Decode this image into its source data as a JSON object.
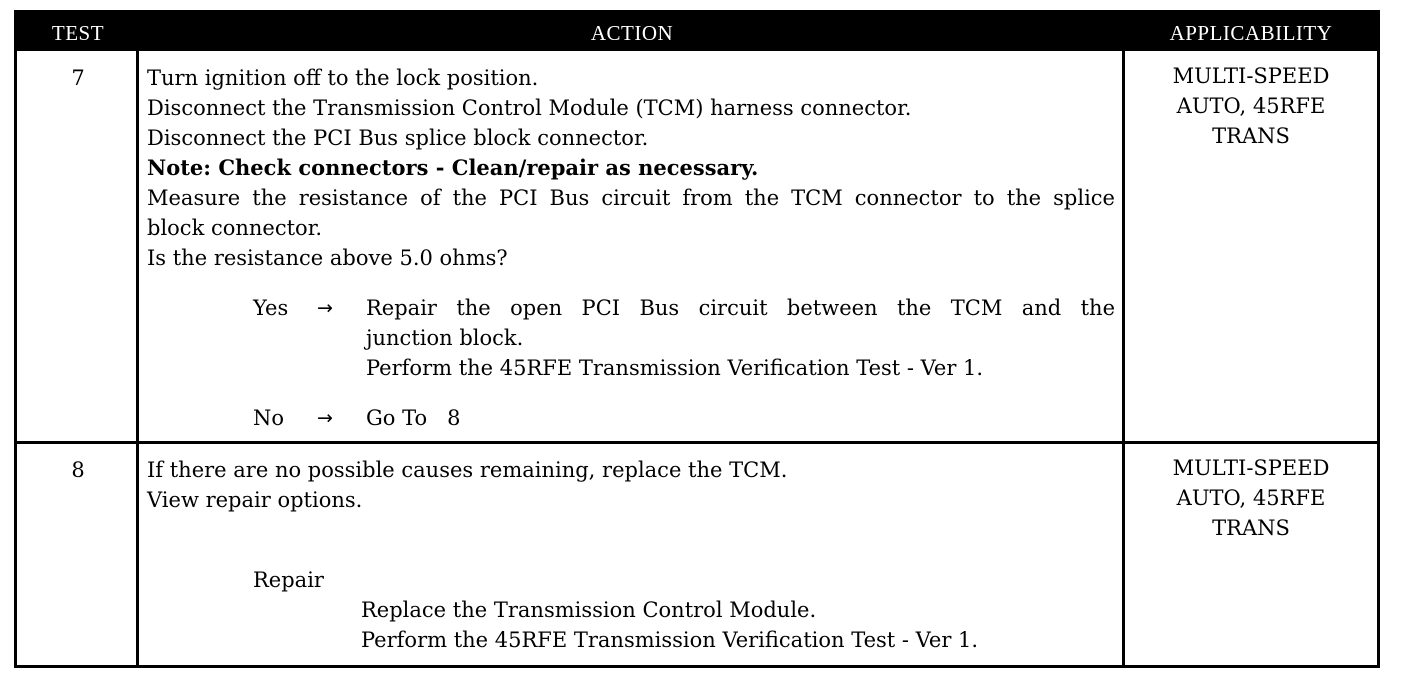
{
  "headers": {
    "test": "TEST",
    "action": "ACTION",
    "applicability": "APPLICABILITY"
  },
  "rows": [
    {
      "test": "7",
      "lines": [
        "Turn ignition off to the lock position.",
        "Disconnect the Transmission Control Module (TCM) harness connector.",
        "Disconnect the PCI Bus splice block connector.",
        "Note: Check connectors - Clean/repair as necessary.",
        "Measure the resistance of the PCI Bus circuit from the TCM connector to the splice",
        "block connector.",
        "Is the resistance above 5.0 ohms?"
      ],
      "yes": {
        "label": "Yes",
        "arrow": "→",
        "line1": "Repair the open PCI Bus circuit between the TCM and the",
        "line2": "junction block.",
        "line3": "Perform the 45RFE Transmission Verification Test - Ver 1."
      },
      "no": {
        "label": "No",
        "arrow": "→",
        "text": "Go To   8"
      },
      "applicability": [
        "MULTI-SPEED",
        "AUTO, 45RFE",
        "TRANS"
      ]
    },
    {
      "test": "8",
      "lines": [
        "If there are no possible causes remaining, replace the TCM.",
        "View repair options."
      ],
      "repair": {
        "label": "Repair",
        "line1": "Replace the Transmission Control Module.",
        "line2": "Perform the 45RFE Transmission Verification Test - Ver 1."
      },
      "applicability": [
        "MULTI-SPEED",
        "AUTO, 45RFE",
        "TRANS"
      ]
    }
  ]
}
